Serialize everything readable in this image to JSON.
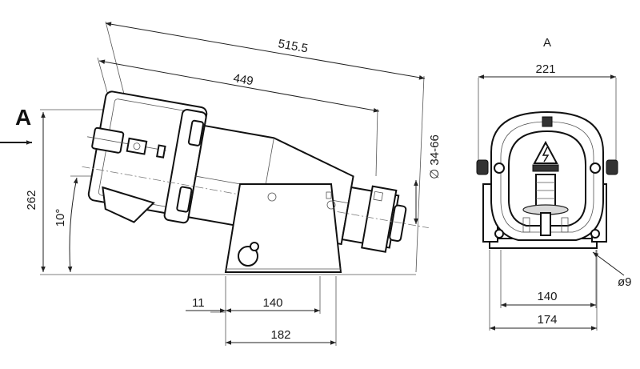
{
  "view_label": "A",
  "side_view": {
    "dimensions": {
      "overall_length": "515.5",
      "body_length": "449",
      "height": "262",
      "tilt_angle": "10°",
      "tube_diameter": "∅ 34-66",
      "offset": "11",
      "mount_width": "140",
      "base_length": "182"
    }
  },
  "front_view": {
    "title": "A",
    "dimensions": {
      "width": "221",
      "hole_spacing": "140",
      "base_width": "174",
      "hole_diameter": "ø9"
    }
  }
}
